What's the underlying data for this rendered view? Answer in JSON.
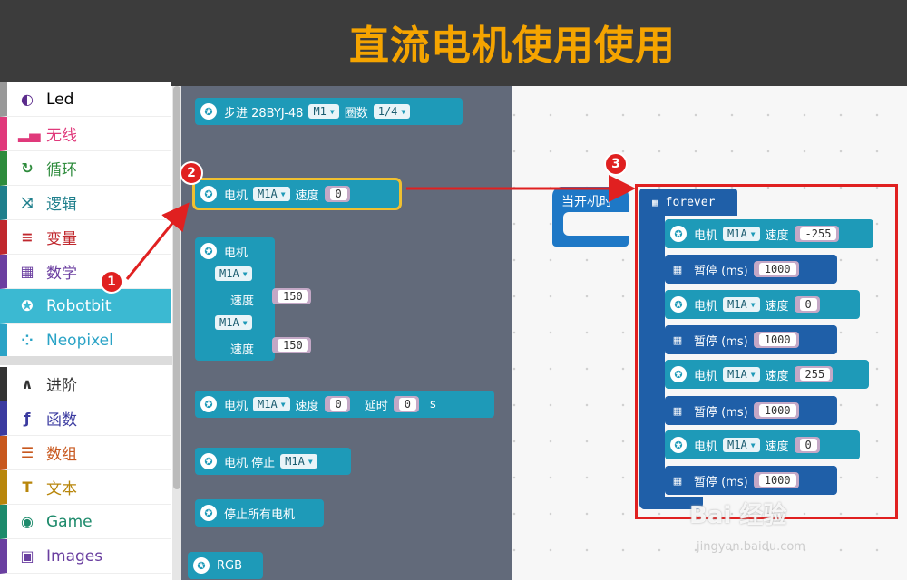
{
  "banner": {
    "title": "直流电机使用使用"
  },
  "sidebar": {
    "items": [
      {
        "label": "Led",
        "icon": "toggle-icon",
        "glyph": "◐",
        "color": "#5b2b8c"
      },
      {
        "label": "无线",
        "icon": "signal-icon",
        "glyph": "▂▄",
        "color": "#e0397b"
      },
      {
        "label": "循环",
        "icon": "loop-icon",
        "glyph": "↻",
        "color": "#2e8b3c"
      },
      {
        "label": "逻辑",
        "icon": "shuffle-icon",
        "glyph": "⤨",
        "color": "#1f7f8c"
      },
      {
        "label": "变量",
        "icon": "list-icon",
        "glyph": "≡",
        "color": "#c0282e"
      },
      {
        "label": "数学",
        "icon": "calculator-icon",
        "glyph": "▦",
        "color": "#6b3fa0"
      },
      {
        "label": "Robotbit",
        "icon": "robotbit-icon",
        "glyph": "✪",
        "color": "#3bb9d2"
      },
      {
        "label": "Neopixel",
        "icon": "neopixel-icon",
        "glyph": "⁘",
        "color": "#2aa3c6"
      },
      {
        "label": "进阶",
        "icon": "chevron-up-icon",
        "glyph": "∧",
        "color": "#333333"
      },
      {
        "label": "函数",
        "icon": "function-icon",
        "glyph": "ƒ",
        "color": "#3b3ba0"
      },
      {
        "label": "数组",
        "icon": "array-icon",
        "glyph": "☰",
        "color": "#c8581e"
      },
      {
        "label": "文本",
        "icon": "text-icon",
        "glyph": "T",
        "color": "#b8860b"
      },
      {
        "label": "Game",
        "icon": "gamepad-icon",
        "glyph": "◉",
        "color": "#1d8a6b"
      },
      {
        "label": "Images",
        "icon": "image-icon",
        "glyph": "▣",
        "color": "#6a3fa0"
      }
    ]
  },
  "flyout": {
    "stepper": {
      "label": "步进 28BYJ-48",
      "port": "M1",
      "turns_label": "圈数",
      "turns": "1/4"
    },
    "motor": {
      "label": "电机",
      "port": "M1A",
      "speed_label": "速度",
      "speed": "0"
    },
    "dual": {
      "label": "电机",
      "port1": "M1A",
      "speed_label": "速度",
      "speed1": "150",
      "port2": "M1A",
      "speed2": "150"
    },
    "timed": {
      "label": "电机",
      "port": "M1A",
      "speed_label": "速度",
      "speed": "0",
      "delay_label": "延时",
      "delay": "0",
      "unit": "s"
    },
    "stop": {
      "label": "电机 停止",
      "port": "M1A"
    },
    "stop_all": {
      "label": "停止所有电机"
    },
    "rgb": {
      "label": "RGB"
    }
  },
  "workspace": {
    "on_start": "当开机时",
    "forever": "forever",
    "program": [
      {
        "kind": "motor",
        "label": "电机",
        "port": "M1A",
        "speed_label": "速度",
        "value": "-255"
      },
      {
        "kind": "pause",
        "label": "暂停 (ms)",
        "value": "1000"
      },
      {
        "kind": "motor",
        "label": "电机",
        "port": "M1A",
        "speed_label": "速度",
        "value": "0"
      },
      {
        "kind": "pause",
        "label": "暂停 (ms)",
        "value": "1000"
      },
      {
        "kind": "motor",
        "label": "电机",
        "port": "M1A",
        "speed_label": "速度",
        "value": "255"
      },
      {
        "kind": "pause",
        "label": "暂停 (ms)",
        "value": "1000"
      },
      {
        "kind": "motor",
        "label": "电机",
        "port": "M1A",
        "speed_label": "速度",
        "value": "0"
      },
      {
        "kind": "pause",
        "label": "暂停 (ms)",
        "value": "1000"
      }
    ]
  },
  "markers": [
    "1",
    "2",
    "3"
  ],
  "watermark": {
    "brand": "Bai 经验",
    "url": "jingyan.baidu.com"
  },
  "colors": {
    "accent": "#3bb9d2",
    "block": "#1e9ab8",
    "loop": "#1f5fa8",
    "annotation": "#e02020",
    "title": "#f5a400"
  }
}
